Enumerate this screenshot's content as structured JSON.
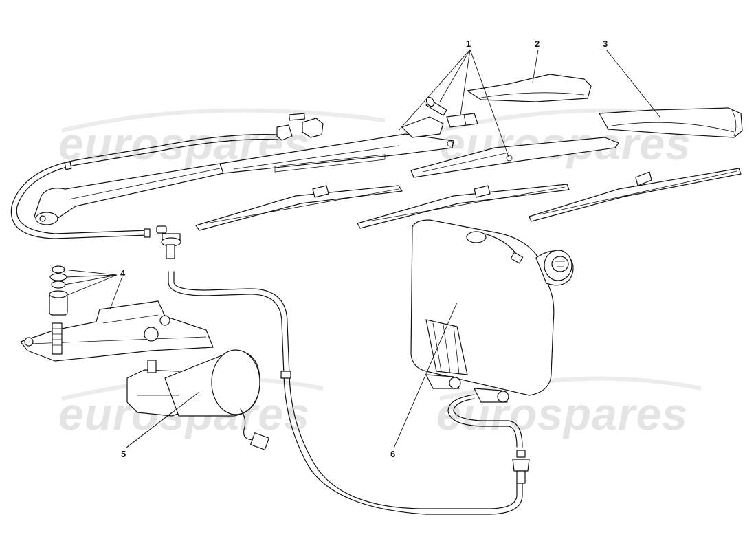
{
  "watermark": {
    "text": "eurospares",
    "color": "#e4e4e4"
  },
  "callouts": {
    "c1": "1",
    "c2": "2",
    "c3": "3",
    "c4": "4",
    "c5": "5",
    "c6": "6"
  },
  "colors": {
    "line": "#111111",
    "background": "#ffffff"
  }
}
